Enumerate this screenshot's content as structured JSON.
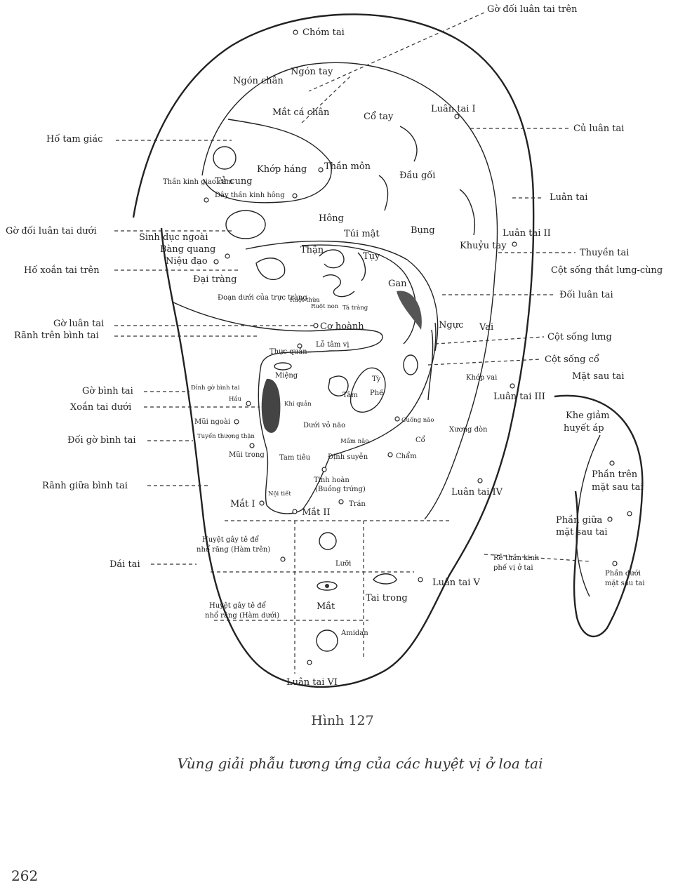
{
  "figure": {
    "number": "Hình 127",
    "caption": "Vùng giải phẫu tương ứng của các huyệt vị ở loa tai",
    "page_number": "262"
  },
  "labels": {
    "go_doi_luan_tai_tren": "Gờ đối luân tai trên",
    "chom_tai": "Chóm tai",
    "ngon_tay": "Ngón tay",
    "ngon_chan": "Ngón chân",
    "mat_ca_chan": "Mắt cá chân",
    "co_tay": "Cổ tay",
    "luan_tai_1": "Luân tai I",
    "cu_luan_tai": "Củ luân tai",
    "ho_tam_giac": "Hố tam giác",
    "khop_hang": "Khớp háng",
    "than_mon": "Thần môn",
    "dau_goi": "Đầu gối",
    "than_kinh_giao_cam": "Thần kinh giao cảm",
    "tu_cung": "Tử cung",
    "day_than_kinh_hong": "Dây thần kinh hông",
    "luan_tai": "Luân tai",
    "hong": "Hông",
    "go_doi_luan_tai_duoi": "Gờ đối luân tai dưới",
    "sinh_duc_ngoai": "Sinh dục ngoài",
    "tui_mat": "Túi mật",
    "bung": "Bụng",
    "luan_tai_2": "Luân tai II",
    "bang_quang": "Bàng quang",
    "than": "Thận",
    "khuyu_tay": "Khuỷu tay",
    "thuyen_tai": "Thuyền tai",
    "nieu_dao": "Niệu đạo",
    "tuy": "Tụy",
    "ho_xoan_tai_tren": "Hố xoắn tai trên",
    "cot_song_that_lung_cung": "Cột sống thắt lưng-cùng",
    "dai_trang": "Đại tràng",
    "gan": "Gan",
    "doi_luan_tai": "Đối luân tai",
    "doan_duoi_cua_truc_trang": "Đoạn dưới của trực tràng",
    "ruot_non": "Ruột non",
    "ruot_thua": "Ruột thừa",
    "ta_trang": "Tá tràng",
    "go_luan_tai": "Gờ luân tai",
    "co_hoanh": "Cơ hoành",
    "ranh_tren_binh_tai": "Rãnh trên bình tai",
    "lo_tam_vi": "Lỗ tâm vị",
    "nguc": "Ngực",
    "vai": "Vai",
    "cot_song_lung": "Cột sống lưng",
    "thuc_quan": "Thực quản",
    "cot_song_co": "Cột sống cổ",
    "mieng": "Miệng",
    "mat_sau_tai": "Mặt sau tai",
    "go_binh_tai": "Gờ bình tai",
    "dinh_go_binh_tai": "Đỉnh gờ bình tai",
    "khi_quan": "Khí quản",
    "tam": "Tâm",
    "phe": "Phế",
    "ty": "Tỳ",
    "khop_vai": "Khớp vai",
    "luan_tai_3": "Luân tai III",
    "hau": "Hầu",
    "xoan_tai_duoi": "Xoắn tai dưới",
    "khe_giam_huyet_ap": "Khe giảm huyết áp",
    "mui_ngoai": "Mũi ngoài",
    "duoi_vo_nao": "Dưới vỏ não",
    "cuong_nao": "Cuống não",
    "xuong_don": "Xương đòn",
    "tuyen_thuong_than": "Tuyến thượng thận",
    "doi_go_binh_tai": "Đối gờ bình tai",
    "mam_nao": "Mầm não",
    "co": "Cổ",
    "mui_trong": "Mũi trong",
    "tam_tieu": "Tam tiêu",
    "dinh_suyen": "Định suyễn",
    "cham": "Chẩm",
    "phan_tren_mat_sau_tai": "Phần trên mặt sau tai",
    "tinh_hoan": "Tinh hoàn",
    "buong_trung": "(Buồng trứng)",
    "ranh_giua_binh_tai": "Rãnh giữa bình tai",
    "luan_tai_4": "Luân tai IV",
    "noi_tiet": "Nội tiết",
    "tran": "Trán",
    "mat_1": "Mắt I",
    "mat_2": "Mắt II",
    "phan_giua_mat_sau_tai": "Phần giữa mặt sau tai",
    "huyet_gay_te_ham_tren_1": "Huyệt gây tê để",
    "huyet_gay_te_ham_tren_2": "nhổ răng (Hàm trên)",
    "luoi": "Lưỡi",
    "re_than_kinh_1": "Rễ thần kinh",
    "re_than_kinh_2": "phế vị ở tai",
    "dai_tai": "Dái tai",
    "phan_duoi_mat_sau_tai": "Phần dưới mặt sau tai",
    "luan_tai_5": "Luân tai V",
    "tai_trong": "Tai trong",
    "huyet_gay_te_ham_duoi_1": "Huyệt gây tê để",
    "huyet_gay_te_ham_duoi_2": "nhổ răng (Hàm dưới)",
    "mat": "Mắt",
    "amidan": "Amidan",
    "luan_tai_6": "Luân tai VI"
  }
}
